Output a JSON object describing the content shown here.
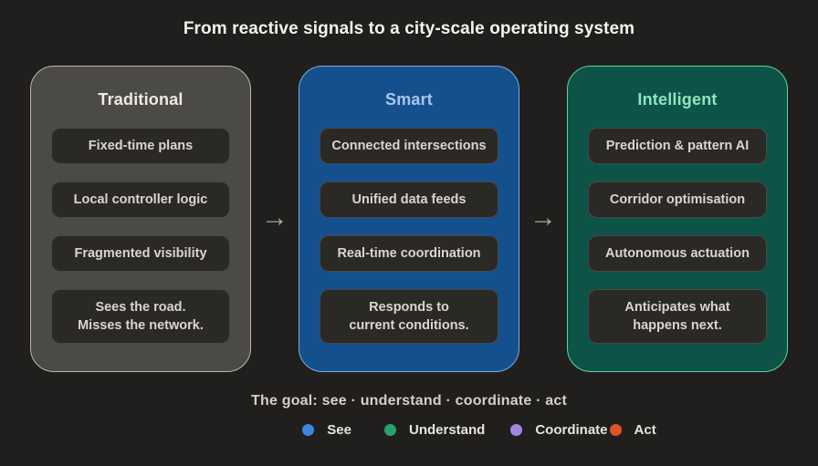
{
  "background": "#211F1D",
  "title": "From reactive signals to a city-scale operating system",
  "arrow_glyph": "→",
  "columns": [
    {
      "label": "Traditional",
      "bg": "#4B4A44",
      "border": "#B9B7AE",
      "header_color": "#ECEAE3",
      "items": [
        "Fixed-time plans",
        "Local controller logic",
        "Fragmented visibility",
        "Sees the road.\nMisses the network."
      ]
    },
    {
      "label": "Smart",
      "bg": "#15508E",
      "border": "#7FA9DC",
      "header_color": "#A9C7EF",
      "items": [
        "Connected intersections",
        "Unified data feeds",
        "Real-time coordination",
        "Responds to\ncurrent conditions."
      ]
    },
    {
      "label": "Intelligent",
      "bg": "#0E5347",
      "border": "#57D89F",
      "header_color": "#90E4C1",
      "items": [
        "Prediction & pattern AI",
        "Corridor optimisation",
        "Autonomous actuation",
        "Anticipates what\nhappens next."
      ]
    }
  ],
  "goal_line": "The goal: see · understand · coordinate · act",
  "legend": [
    {
      "label": "See",
      "color": "#3B87E3"
    },
    {
      "label": "Understand",
      "color": "#2BA26D"
    },
    {
      "label": "Coordinate",
      "color": "#A287DD"
    },
    {
      "label": "Act",
      "color": "#DE5428"
    }
  ]
}
